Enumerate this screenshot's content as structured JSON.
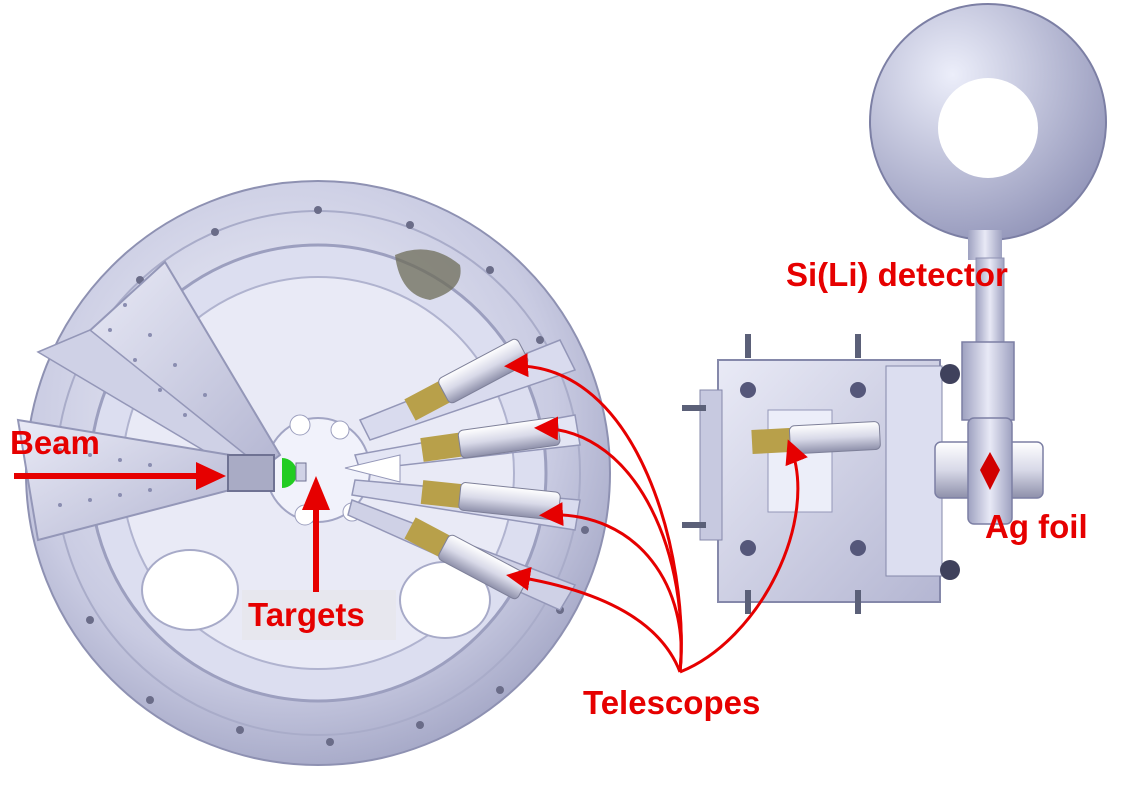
{
  "labels": {
    "beam": "Beam",
    "targets": "Targets",
    "sili_detector": "Si(Li) detector",
    "ag_foil": "Ag foil",
    "telescopes": "Telescopes"
  },
  "colors": {
    "annotation": "#e60000",
    "metal": "#c9cbe2",
    "metal_dark": "#8f92b4",
    "metal_light": "#eef0fb",
    "marker_green": "#22cc22",
    "detector_gold": "#b8a04a"
  }
}
